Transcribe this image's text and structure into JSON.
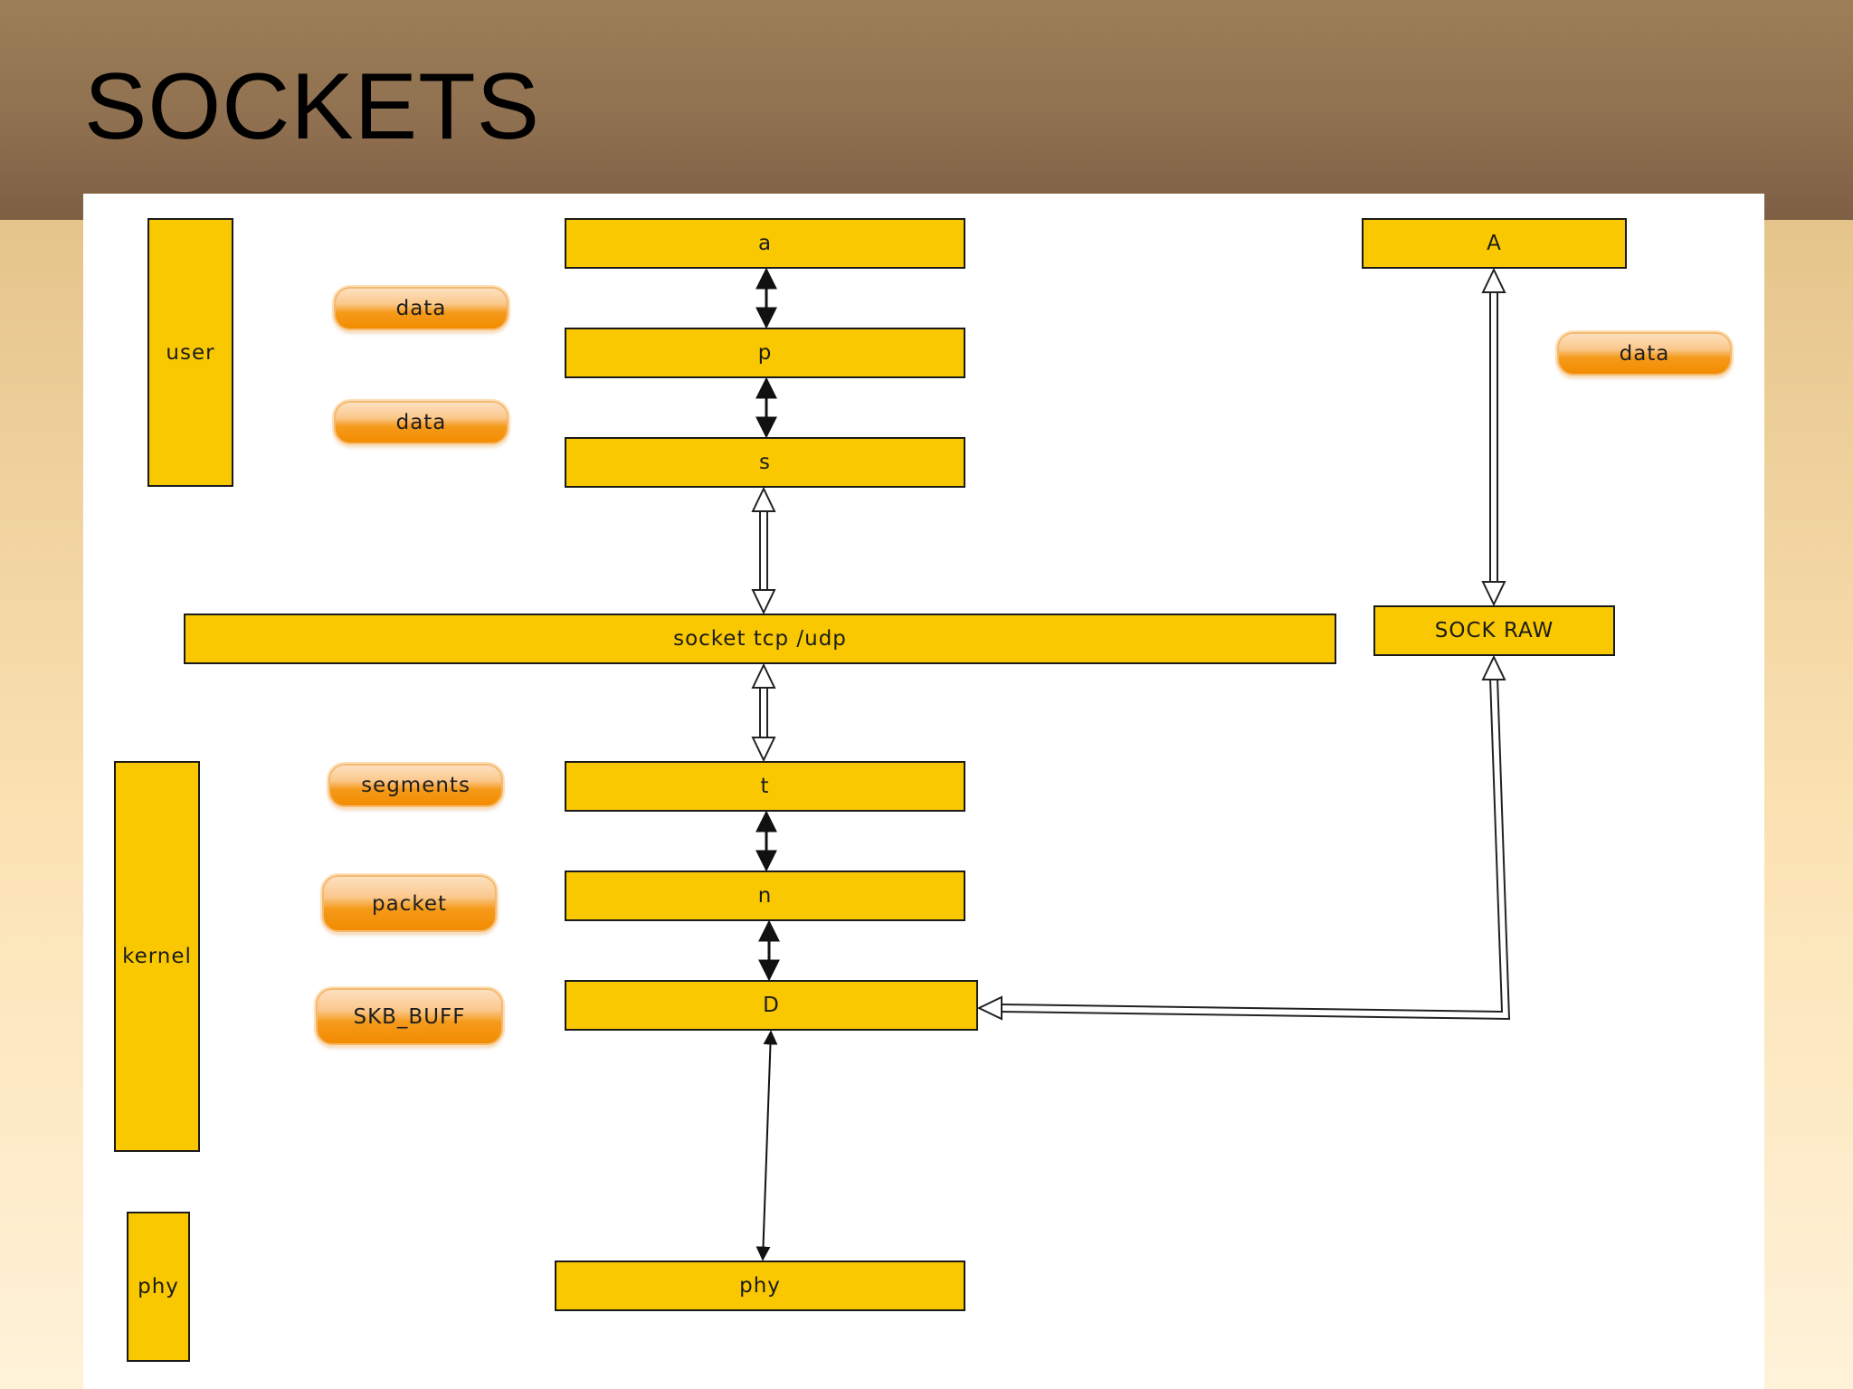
{
  "title": "SOCKETS",
  "side_labels": {
    "user": "user",
    "kernel": "kernel",
    "phy": "phy"
  },
  "pills": {
    "data_1": "data",
    "data_2": "data",
    "data_raw": "data",
    "segments": "segments",
    "packet": "packet",
    "skb": "SKB_BUFF"
  },
  "layers": {
    "a": "a",
    "p": "p",
    "s": "s",
    "socket": "socket tcp /udp",
    "t": "t",
    "n": "n",
    "d": "D",
    "phy": "phy",
    "raw_app": "A",
    "sock_raw": "SOCK RAW"
  },
  "colors": {
    "box_fill": "#f9c800",
    "pill_orange": "#f28c00",
    "header_brown": "#8f7050"
  }
}
